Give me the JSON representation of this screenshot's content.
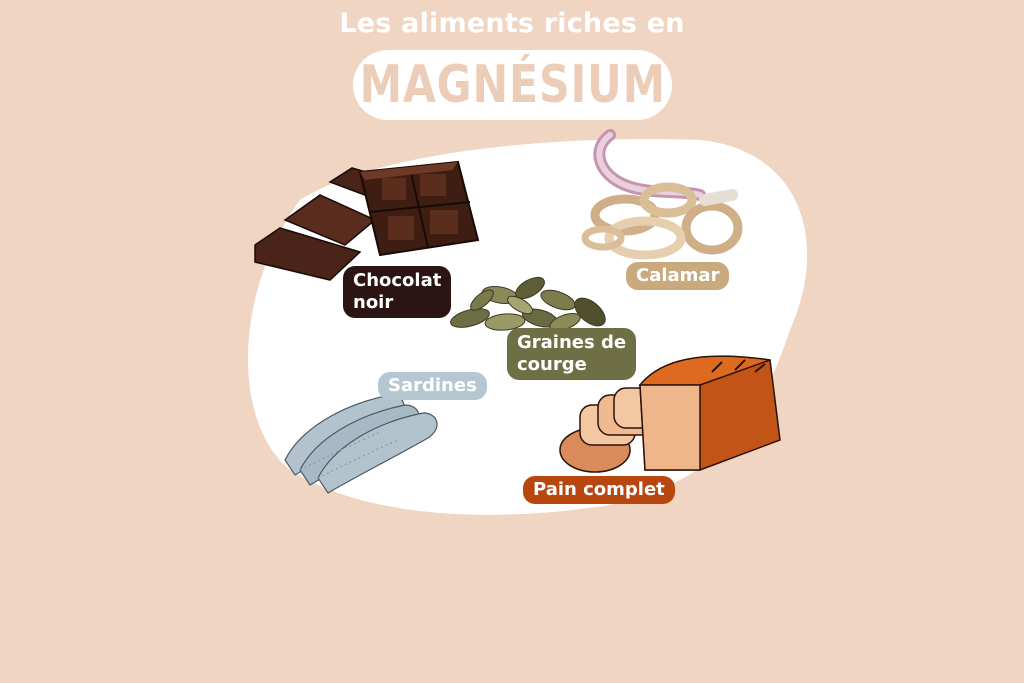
{
  "header": {
    "subtitle": "Les aliments riches en",
    "title": "MAGNÉSIUM"
  },
  "foods": [
    {
      "label_line1": "Chocolat",
      "label_line2": "noir",
      "color": "#2c1414",
      "icon": "chocolate-icon"
    },
    {
      "label_line1": "Calamar",
      "color": "#c9a97e",
      "icon": "squid-icon"
    },
    {
      "label_line1": "Graines de",
      "label_line2": "courge",
      "color": "#6f6f45",
      "icon": "pumpkin-seeds-icon"
    },
    {
      "label_line1": "Sardines",
      "color": "#b7c7d2",
      "icon": "sardines-icon"
    },
    {
      "label_line1": "Pain complet",
      "color": "#b8470f",
      "icon": "bread-icon"
    }
  ],
  "colors": {
    "background": "#f0d5c2",
    "blob": "#ffffff",
    "title_text": "#eccdb8"
  }
}
